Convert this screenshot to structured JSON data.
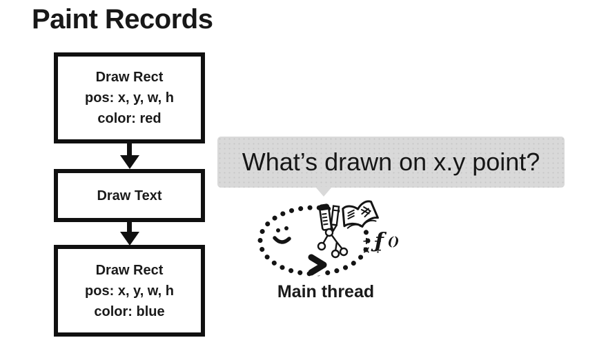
{
  "title": "Paint Records",
  "flowchart": {
    "box1": {
      "line1": "Draw Rect",
      "line2": "pos: x, y, w, h",
      "line3": "color: red"
    },
    "box2": {
      "line1": "Draw Text"
    },
    "box3": {
      "line1": "Draw Rect",
      "line2": "pos: x, y, w, h",
      "line3": "color: blue"
    }
  },
  "speech_bubble": {
    "text": "What’s drawn on x.y point?"
  },
  "main_thread": {
    "label": "Main thread",
    "math_row1": "+ −",
    "math_row2": "× ÷",
    "fn_f": "ƒ",
    "fn_parens": "()",
    "icons": [
      "dotted-loop",
      "smiley-face",
      "chevron-arrow",
      "ruler",
      "pencil",
      "open-book",
      "tree-diagram",
      "math-symbols",
      "function-notation"
    ]
  },
  "colors": {
    "background": "#ffffff",
    "ink": "#141414",
    "box_border": "#101010",
    "bubble_bg": "#d9d9d9"
  }
}
